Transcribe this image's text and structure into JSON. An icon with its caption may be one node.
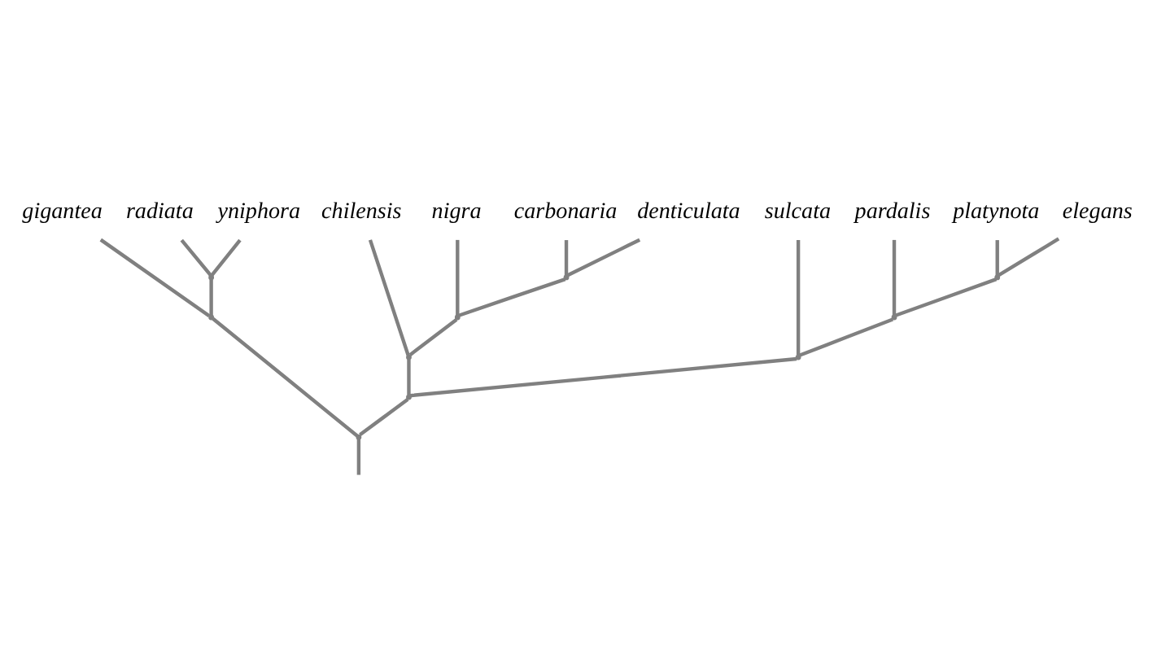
{
  "diagram": {
    "nodes": [
      {
        "text": [
          "gigantea"
        ]
      },
      {
        "text": [
          "radiata"
        ]
      },
      {
        "text": [
          "yniphora"
        ]
      },
      {
        "text": [
          "carbonaria"
        ]
      },
      {
        "text": [
          "denticulata"
        ]
      },
      {
        "text": [
          "nigra"
        ]
      },
      {
        "text": [
          "chilensis"
        ]
      },
      {
        "text": [
          "sulcata"
        ]
      },
      {
        "text": [
          "pardalis"
        ]
      },
      {
        "text": [
          "platynota"
        ]
      },
      {
        "text": [
          "elegans"
        ]
      },
      {
        "text": [],
        "shape": "point"
      },
      {
        "text": [],
        "shape": "point"
      },
      {
        "text": [],
        "shape": "point"
      },
      {
        "text": [],
        "shape": "point"
      },
      {
        "text": [],
        "shape": "point"
      },
      {
        "text": [],
        "shape": "point"
      },
      {
        "text": [],
        "shape": "point"
      },
      {
        "text": [],
        "shape": "point"
      },
      {
        "text": [],
        "shape": "point"
      },
      {
        "text": [],
        "shape": "point"
      }
    ],
    "edges": [
      {
        "from": null,
        "to": 11,
        "arrow": "none"
      },
      {
        "from": 11,
        "to": 12,
        "arrow": "none"
      },
      {
        "from": 11,
        "to": 14,
        "arrow": "none"
      },
      {
        "from": 12,
        "to": 0,
        "arrow": "none"
      },
      {
        "from": 12,
        "to": 13,
        "arrow": "none"
      },
      {
        "from": 13,
        "to": 1,
        "arrow": "none"
      },
      {
        "from": 13,
        "to": 2,
        "arrow": "none"
      },
      {
        "from": 14,
        "to": 15,
        "arrow": "none"
      },
      {
        "from": 14,
        "to": 18,
        "arrow": "none"
      },
      {
        "from": 15,
        "to": 16,
        "arrow": "none"
      },
      {
        "from": 15,
        "to": 6,
        "arrow": "none"
      },
      {
        "from": 16,
        "to": 17,
        "arrow": "none"
      },
      {
        "from": 16,
        "to": 5,
        "arrow": "none"
      },
      {
        "from": 17,
        "to": 3,
        "arrow": "none"
      },
      {
        "from": 17,
        "to": 4,
        "arrow": "none"
      },
      {
        "from": 18,
        "to": 7,
        "arrow": "none"
      },
      {
        "from": 18,
        "to": 19,
        "arrow": "none"
      },
      {
        "from": 19,
        "to": 8,
        "arrow": "none"
      },
      {
        "from": 19,
        "to": 20,
        "arrow": "none"
      },
      {
        "from": 20,
        "to": 9,
        "arrow": "none"
      },
      {
        "from": 20,
        "to": 10,
        "arrow": "none"
      }
    ]
  }
}
